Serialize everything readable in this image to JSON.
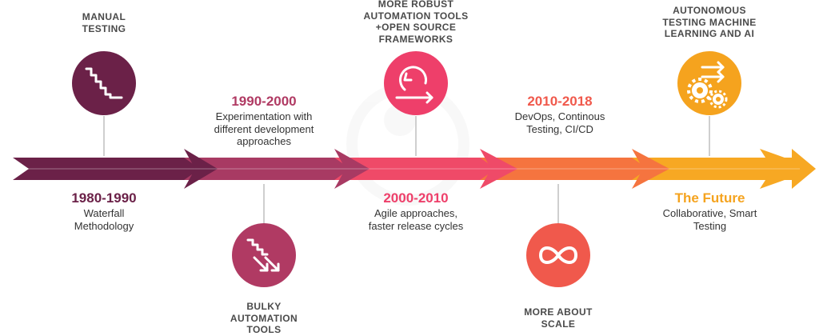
{
  "colors": {
    "seg1": "#6b2148",
    "seg2": "#a83a63",
    "seg3": "#ef4a68",
    "seg4": "#f5743f",
    "seg5": "#f7a823",
    "period_1980": "#6b2148",
    "period_1990": "#b03a63",
    "period_2000": "#ee3f6a",
    "period_2010": "#f0594c",
    "period_future": "#f5a31e"
  },
  "milestones": [
    {
      "icon": "staircase-icon",
      "caption_lines": [
        "MANUAL",
        "TESTING"
      ]
    },
    {
      "icon": "staircase-arrows-icon",
      "caption_lines": [
        "BULKY",
        "AUTOMATION",
        "TOOLS"
      ]
    },
    {
      "icon": "cycle-arrow-icon",
      "caption_lines": [
        "MORE ROBUST",
        "AUTOMATION TOOLS",
        "+OPEN SOURCE",
        "FRAMEWORKS"
      ]
    },
    {
      "icon": "infinity-icon",
      "caption_lines": [
        "MORE ABOUT",
        "SCALE"
      ]
    },
    {
      "icon": "gears-arrows-icon",
      "caption_lines": [
        "AUTONOMOUS",
        "TESTING MACHINE",
        "LEARNING AND AI"
      ]
    }
  ],
  "periods": [
    {
      "label": "1980-1990",
      "desc_lines": [
        "Waterfall",
        "Methodology"
      ]
    },
    {
      "label": "1990-2000",
      "desc_lines": [
        "Experimentation with",
        "different development",
        "approaches"
      ]
    },
    {
      "label": "2000-2010",
      "desc_lines": [
        "Agile approaches,",
        "faster release cycles"
      ]
    },
    {
      "label": "2010-2018",
      "desc_lines": [
        "DevOps, Continous",
        "Testing, CI/CD"
      ]
    },
    {
      "label": "The Future",
      "desc_lines": [
        "Collaborative, Smart",
        "Testing"
      ]
    }
  ]
}
